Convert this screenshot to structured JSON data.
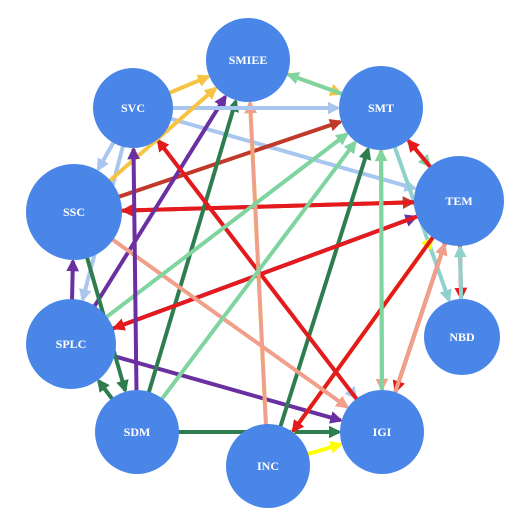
{
  "nodes": [
    {
      "id": "SMIEE",
      "label": "SMIEE"
    },
    {
      "id": "SVC",
      "label": "SVC"
    },
    {
      "id": "SMT",
      "label": "SMT"
    },
    {
      "id": "SSC",
      "label": "SSC"
    },
    {
      "id": "TEM",
      "label": "TEM"
    },
    {
      "id": "NBD",
      "label": "NBD"
    },
    {
      "id": "SPLC",
      "label": "SPLC"
    },
    {
      "id": "SDM",
      "label": "SDM"
    },
    {
      "id": "IGI",
      "label": "IGI"
    },
    {
      "id": "INC",
      "label": "INC"
    }
  ],
  "colors": {
    "node_fill": "#4a86e8",
    "node_text": "#ffffff",
    "red": "#e41a1c",
    "dark_red": "#c0392b",
    "salmon": "#f0a08a",
    "orange": "#f6c343",
    "yellow": "#ffff00",
    "mint": "#7fd4a0",
    "dark_green": "#2e7d4f",
    "purple": "#6a2fa0",
    "light_blue": "#a9c6ef",
    "teal": "#8fd1cc"
  },
  "edges": [
    {
      "from": "SVC",
      "to": "SMIEE",
      "color": "orange"
    },
    {
      "from": "SMIEE",
      "to": "SMT",
      "color": "orange"
    },
    {
      "from": "SVC",
      "to": "SSC",
      "color": "light_blue"
    },
    {
      "from": "SVC",
      "to": "TEM",
      "color": "light_blue"
    },
    {
      "from": "SVC",
      "to": "IGI",
      "color": "light_blue"
    },
    {
      "from": "SVC",
      "to": "SPLC",
      "color": "light_blue"
    },
    {
      "from": "SMT",
      "to": "SMIEE",
      "color": "mint"
    },
    {
      "from": "SMT",
      "to": "TEM",
      "color": "mint"
    },
    {
      "from": "TEM",
      "to": "SMT",
      "color": "red"
    },
    {
      "from": "TEM",
      "to": "NBD",
      "color": "red"
    },
    {
      "from": "NBD",
      "to": "TEM",
      "color": "teal"
    },
    {
      "from": "SMT",
      "to": "NBD",
      "color": "teal"
    },
    {
      "from": "SSC",
      "to": "TEM",
      "color": "dark_red"
    },
    {
      "from": "SSC",
      "to": "SMT",
      "color": "dark_red"
    },
    {
      "from": "TEM",
      "to": "SSC",
      "color": "red"
    },
    {
      "from": "SPLC",
      "to": "SSC",
      "color": "purple"
    },
    {
      "from": "SPLC",
      "to": "SMIEE",
      "color": "purple"
    },
    {
      "from": "SPLC",
      "to": "TEM",
      "color": "purple"
    },
    {
      "from": "SPLC",
      "to": "IGI",
      "color": "purple"
    },
    {
      "from": "SDM",
      "to": "SPLC",
      "color": "dark_green"
    },
    {
      "from": "SSC",
      "to": "SDM",
      "color": "dark_green"
    },
    {
      "from": "SDM",
      "to": "SMIEE",
      "color": "dark_green"
    },
    {
      "from": "SDM",
      "to": "IGI",
      "color": "dark_green"
    },
    {
      "from": "INC",
      "to": "SMT",
      "color": "dark_green"
    },
    {
      "from": "INC",
      "to": "IGI",
      "color": "yellow"
    },
    {
      "from": "INC",
      "to": "SMIEE",
      "color": "yellow"
    },
    {
      "from": "INC",
      "to": "TEM",
      "color": "yellow"
    },
    {
      "from": "IGI",
      "to": "SMT",
      "color": "yellow"
    },
    {
      "from": "TEM",
      "to": "SPLC",
      "color": "red"
    },
    {
      "from": "TEM",
      "to": "IGI",
      "color": "red"
    },
    {
      "from": "TEM",
      "to": "INC",
      "color": "red"
    },
    {
      "from": "IGI",
      "to": "SVC",
      "color": "red"
    },
    {
      "from": "IGI",
      "to": "TEM",
      "color": "salmon"
    },
    {
      "from": "SMT",
      "to": "IGI",
      "color": "salmon"
    },
    {
      "from": "INC",
      "to": "SMIEE",
      "color": "salmon"
    },
    {
      "from": "SSC",
      "to": "IGI",
      "color": "salmon"
    },
    {
      "from": "SPLC",
      "to": "SMT",
      "color": "mint"
    },
    {
      "from": "IGI",
      "to": "SMT",
      "color": "mint"
    },
    {
      "from": "SDM",
      "to": "SMT",
      "color": "mint"
    },
    {
      "from": "SVC",
      "to": "SMT",
      "color": "light_blue"
    },
    {
      "from": "SSC",
      "to": "SMIEE",
      "color": "orange"
    },
    {
      "from": "SDM",
      "to": "SVC",
      "color": "purple"
    }
  ]
}
